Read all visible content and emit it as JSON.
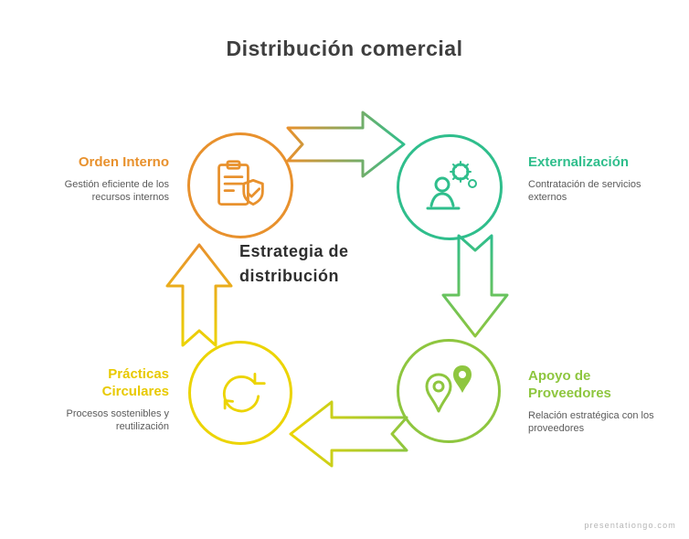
{
  "title": "Distribución comercial",
  "center_note": {
    "line1": "Estrategia de",
    "line2": "distribución"
  },
  "nodes": {
    "orden_interno": {
      "label": "Orden Interno",
      "desc1": "Gestión eficiente de los",
      "desc2": "recursos internos",
      "color": "#e8912d",
      "icon": "clipboard-shield-icon"
    },
    "externalizacion": {
      "label": "Externalización",
      "desc1": "Contratación de servicios",
      "desc2": "externos",
      "color": "#2fbe8c",
      "icon": "person-gears-icon"
    },
    "apoyo_proveedores": {
      "label1": "Apoyo de",
      "label2": "Proveedores",
      "desc1": "Relación estratégica con los",
      "desc2": "proveedores",
      "color": "#8ec63f",
      "icon": "location-pins-icon"
    },
    "practicas_circulares": {
      "label1": "Prácticas",
      "label2": "Circulares",
      "desc1": "Procesos sostenibles y",
      "desc2": "reutilización",
      "color": "#ecd403",
      "icon": "cycle-arrows-icon"
    }
  },
  "watermark": "presentationgo.com",
  "colors": {
    "orange": "#e8912d",
    "green": "#2fbe8c",
    "lime": "#8ec63f",
    "yellow": "#ecd403",
    "title_text": "#3f3f3f",
    "desc_text": "#5a5a5a",
    "watermark_text": "#b5b5b5"
  }
}
